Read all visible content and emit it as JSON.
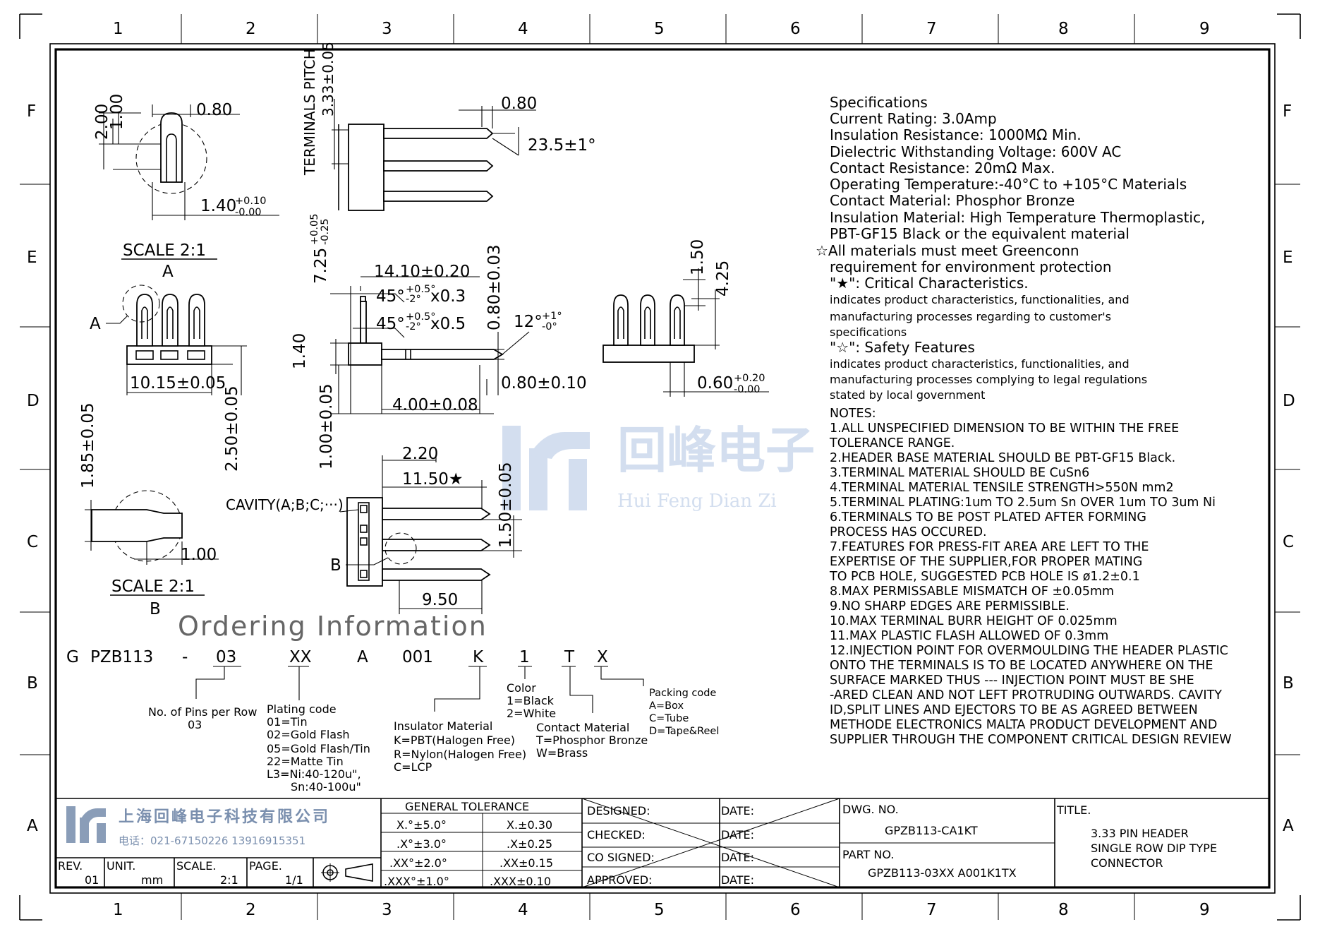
{
  "border": {
    "cols": [
      "1",
      "2",
      "3",
      "4",
      "5",
      "6",
      "7",
      "8",
      "9"
    ],
    "rows": [
      "F",
      "E",
      "D",
      "C",
      "B",
      "A"
    ]
  },
  "views": {
    "detail_a": {
      "dims": [
        "2.00",
        "1.00",
        "0.80",
        "1.40"
      ],
      "tol_top": "+0.10",
      "tol_bot": "-0.00",
      "scale": "SCALE 2:1",
      "letter": "A"
    },
    "detail_b": {
      "dims": [
        "1.85±0.05",
        "1.00"
      ],
      "scale": "SCALE 2:1",
      "letter": "B"
    },
    "front_view": {
      "label_a": "A",
      "dims": [
        "10.15±0.05",
        "2.50±0.05"
      ]
    },
    "top_view": {
      "pitch_label": "TERMINALS PITCH",
      "pitch": "3.33±0.05",
      "tip": "0.80",
      "angle": "23.5±1°"
    },
    "side_view": {
      "height": "7.25",
      "height_tol_top": "+0.05",
      "height_tol_bot": "-0.25",
      "length": "14.10±0.20",
      "chamfer1": "45°",
      "chamfer1_tol": "+0.5°",
      "chamfer1_tol2": "-2°",
      "chamfer1_x": "x0.3",
      "chamfer2": "45°",
      "chamfer2_tol": "+0.5°",
      "chamfer2_tol2": "-2°",
      "chamfer2_x": "x0.5",
      "pin": "0.80±0.03",
      "tip_angle": "12°",
      "tip_tol_top": "+1°",
      "tip_tol_bot": "-0°",
      "body_h": "1.40",
      "tail": "0.80±0.10",
      "standoff": "1.00±0.05",
      "tail_len": "4.00±0.08"
    },
    "end_view": {
      "dims": [
        "1.50",
        "4.25",
        "0.60"
      ],
      "tol_top": "+0.20",
      "tol_bot": "-0.00"
    },
    "bottom_view": {
      "cavity": "CAVITY(A;B;C;···)",
      "letter_b": "B",
      "dims": [
        "2.20",
        "11.50★",
        "1.50±0.05",
        "9.50"
      ]
    }
  },
  "watermark": {
    "cn": "回峰电子",
    "en": "Hui Feng Dian Zi"
  },
  "specifications": [
    "Specifications",
    "Current Rating: 3.0Amp",
    "Insulation Resistance: 1000MΩ Min.",
    "Dielectric Withstanding Voltage: 600V AC",
    "Contact Resistance:   20mΩ Max.",
    "Operating Temperature:-40°C to +105°C   Materials",
    "Contact Material: Phosphor Bronze",
    "Insulation Material: High Temperature Thermoplastic,",
    "PBT-GF15 Black or the equivalent material",
    "☆All materials must meet Greenconn",
    "requirement for environment protection",
    "\"★\": Critical Characteristics.",
    "indicates product characteristics, functionalities, and",
    "manufacturing processes regarding to customer's",
    "specifications",
    "\"☆\": Safety Features",
    "indicates product characteristics, functionalities, and",
    "manufacturing processes complying to legal regulations",
    "stated by local government"
  ],
  "notes": [
    "NOTES:",
    "1.ALL UNSPECIFIED DIMENSION TO BE WITHIN THE FREE",
    "  TOLERANCE RANGE.",
    "2.HEADER BASE MATERIAL SHOULD BE PBT-GF15 Black.",
    "3.TERMINAL MATERIAL SHOULD BE CuSn6",
    "4.TERMINAL MATERIAL TENSILE STRENGTH>550N mm2",
    "5.TERMINAL PLATING:1um TO 2.5um Sn OVER 1um TO 3um Ni",
    "6.TERMINALS TO BE POST PLATED AFTER FORMING",
    "  PROCESS HAS OCCURED.",
    "7.FEATURES FOR PRESS-FIT AREA ARE LEFT TO THE",
    "  EXPERTISE OF THE SUPPLIER,FOR PROPER MATING",
    "  TO PCB HOLE, SUGGESTED PCB HOLE IS ø1.2±0.1",
    "8.MAX PERMISSABLE MISMATCH OF ±0.05mm",
    "9.NO SHARP EDGES ARE PERMISSIBLE.",
    "10.MAX TERMINAL BURR HEIGHT OF 0.025mm",
    "11.MAX PLASTIC FLASH ALLOWED OF 0.3mm",
    "12.INJECTION POINT FOR OVERMOULDING THE HEADER PLASTIC",
    "ONTO THE TERMINALS IS TO BE LOCATED ANYWHERE ON THE",
    "SURFACE MARKED THUS --- INJECTION POINT MUST BE SHE",
    "-ARED CLEAN AND NOT LEFT PROTRUDING OUTWARDS. CAVITY",
    "ID,SPLIT LINES AND EJECTORS TO BE AS AGREED BETWEEN",
    "METHODE ELECTRONICS MALTA PRODUCT DEVELOPMENT AND",
    "SUPPLIER THROUGH THE COMPONENT CRITICAL DESIGN REVIEW"
  ],
  "ordering": {
    "title": "Ordering Information",
    "code": [
      "G",
      "PZB113",
      "-",
      "03",
      "XX",
      "A",
      "001",
      "K",
      "1",
      "T",
      "X"
    ],
    "pins": [
      "No. of Pins per Row",
      "03"
    ],
    "plating": [
      "Plating code",
      "01=Tin",
      "02=Gold Flash",
      "05=Gold Flash/Tin",
      "22=Matte Tin",
      "L3=Ni:40-120u\",",
      "Sn:40-100u\""
    ],
    "insulator": [
      "Insulator Material",
      "K=PBT(Halogen Free)",
      "R=Nylon(Halogen Free)",
      "C=LCP"
    ],
    "color": [
      "Color",
      "1=Black",
      "2=White"
    ],
    "contact": [
      "Contact Material",
      "T=Phosphor Bronze",
      "W=Brass"
    ],
    "packing": [
      "Packing code",
      "A=Box",
      "C=Tube",
      "D=Tape&Reel"
    ]
  },
  "title_block": {
    "company_cn": "上海回峰电子科技有限公司",
    "phone": "电话：021-67150226  13916915351",
    "rev_label": "REV.",
    "rev": "01",
    "unit_label": "UNIT.",
    "unit": "mm",
    "scale_label": "SCALE.",
    "scale": "2:1",
    "page_label": "PAGE.",
    "page": "1/1",
    "general_tolerance": "GENERAL TOLERANCE",
    "tol_rows": [
      [
        "X.°±5.0°",
        "X.±0.30"
      ],
      [
        ".X°±3.0°",
        ".X±0.25"
      ],
      [
        ".XX°±2.0°",
        ".XX±0.15"
      ],
      [
        ".XXX°±1.0°",
        ".XXX±0.10"
      ]
    ],
    "sign_rows": [
      "DESIGNED:",
      "CHECKED:",
      "CO SIGNED:",
      "APPROVED:"
    ],
    "date_label": "DATE:",
    "dwg_label": "DWG. NO.",
    "dwg_no": "GPZB113-CA1KT",
    "part_label": "PART NO.",
    "part_no": "GPZB113-03XX A001K1TX",
    "title_label": "TITLE.",
    "title_lines": [
      "3.33 PIN HEADER",
      "SINGLE ROW DIP TYPE",
      "CONNECTOR"
    ]
  }
}
